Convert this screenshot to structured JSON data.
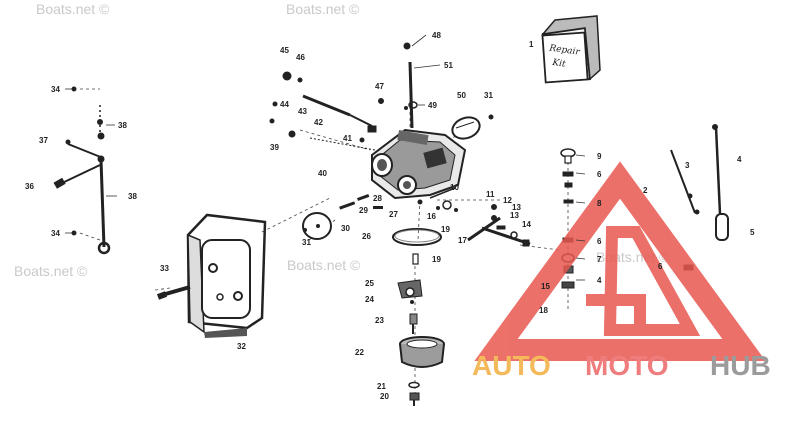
{
  "watermarks": [
    "Boats.net ©",
    "Boats.net ©",
    "Boats.net ©",
    "Boats.net ©",
    "Boats.net ©"
  ],
  "brand": {
    "auto": "AUTO",
    "moto": "MOTO",
    "hub": "HUB",
    "auto_color": "#f4b95a",
    "moto_color": "#ef7d7d",
    "hub_color": "#9b9b9b",
    "logo_color": "#e8584f"
  },
  "kit_text": [
    "Repair",
    "Kit"
  ],
  "callouts": [
    "1",
    "2",
    "3",
    "4",
    "5",
    "6",
    "7",
    "8",
    "9",
    "6",
    "10",
    "11",
    "12",
    "13",
    "13",
    "14",
    "15",
    "16",
    "17",
    "18",
    "19",
    "19",
    "20",
    "21",
    "22",
    "23",
    "24",
    "25",
    "26",
    "27",
    "28",
    "29",
    "30",
    "31",
    "31",
    "32",
    "33",
    "34",
    "34",
    "36",
    "37",
    "38",
    "38",
    "39",
    "40",
    "41",
    "42",
    "43",
    "44",
    "45",
    "46",
    "47",
    "48",
    "49",
    "50",
    "51",
    "4",
    "6"
  ]
}
